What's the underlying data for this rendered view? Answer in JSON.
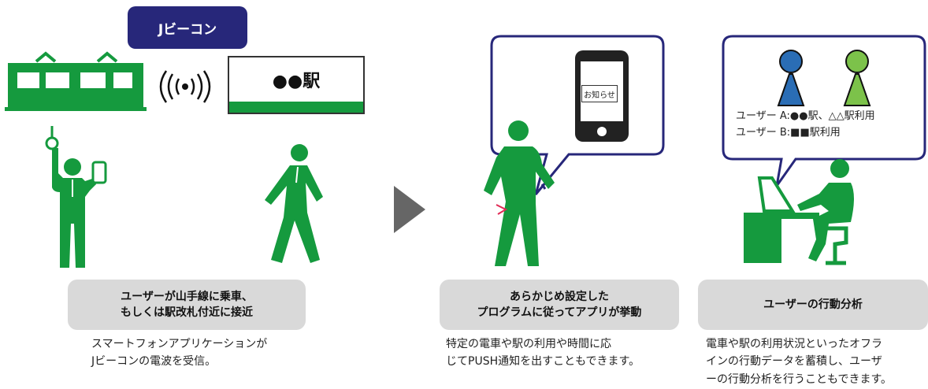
{
  "beacon": {
    "label": "Jビーコン"
  },
  "station": {
    "name": "●●駅"
  },
  "phone": {
    "notice": "お知らせ"
  },
  "analysis": {
    "user_a": "ユーザー A:●●駅、△△駅利用",
    "user_b": "ユーザー B:■■駅利用"
  },
  "steps": [
    {
      "title_line1": "ユーザーが山手線に乗車、",
      "title_line2": "もしくは駅改札付近に接近",
      "desc_line1": "スマートフォンアプリケーションが",
      "desc_line2": "Jビーコンの電波を受信。"
    },
    {
      "title_line1": "あらかじめ設定した",
      "title_line2": "プログラムに従ってアプリが挙動",
      "desc_line1": "特定の電車や駅の利用や時間に応",
      "desc_line2": "じてPUSH通知を出すこともできます。"
    },
    {
      "title_line1": "ユーザーの行動分析",
      "desc_line1": "電車や駅の利用状況といったオフラ",
      "desc_line2": "インの行動データを蓄積し、ユーザ",
      "desc_line3": "ーの行動分析を行うこともできます。"
    }
  ],
  "colors": {
    "green": "#159a3e",
    "navy": "#27277a",
    "gray_box": "#d9d9d9",
    "arrow_gray": "#666666",
    "blue_user": "#2a6db5",
    "light_green_user": "#7cc24a"
  }
}
